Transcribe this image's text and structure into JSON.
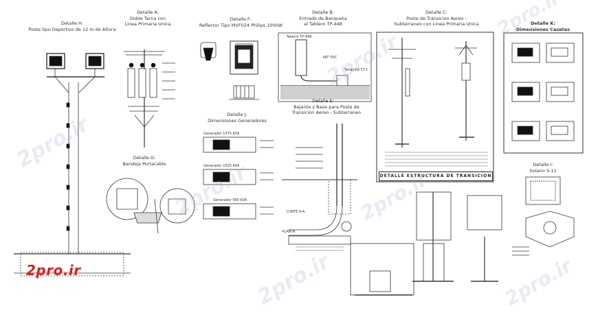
{
  "details": {
    "h": {
      "title": "Detalle H:",
      "subtitle": "Poste tipo Deportivo de 12 m de Altura"
    },
    "a": {
      "title": "Detalle A:",
      "subtitle": "Doble Tarna con\nLinea Primaria Unica"
    },
    "f": {
      "title": "Detalle F:",
      "subtitle": "Reflector Tipo MVF024 Philips 1000W"
    },
    "b": {
      "title": "Detalle B:",
      "subtitle": "Entrada de Banqueta\nal Tablero TP-448"
    },
    "c": {
      "title": "Detalle C:",
      "subtitle": "Poste de Transicion Aereo -\nSubterraneo con Linea Primaria Unica"
    },
    "k": {
      "title": "Detalle K:",
      "subtitle": "Dimensiones Casetas"
    },
    "j": {
      "title": "Detalle J:",
      "subtitle": "Dimensiones Generadores"
    },
    "e": {
      "title": "Detalle E:",
      "subtitle": "Bajante y Base para Poste de\nTransicion Aereo - Subterraneo"
    },
    "g": {
      "title": "Detalle G:",
      "subtitle": "Bandeja Portacable"
    },
    "i": {
      "title": "Detalle I:",
      "subtitle": "Sotano S-11"
    }
  },
  "annotations": {
    "tablero": "Tablero TP-448",
    "tube": "4Ø\" PVC",
    "tanquilla": "Tanquilla ST-1",
    "gen1": "Generador 1375 KVA",
    "gen2": "Generador 1025 KVA",
    "gen3": "Generador 560 KVA",
    "corte": "CORTE A-A",
    "planta": "PLANTA"
  },
  "banner": "DETALLE ESTRUCTURA DE TRANSICION",
  "watermark": "2pro.ir",
  "logo": "2pro.ir",
  "colors": {
    "logo": "#e0201c",
    "line": "#333333",
    "watermark": "#b4b4dc"
  }
}
